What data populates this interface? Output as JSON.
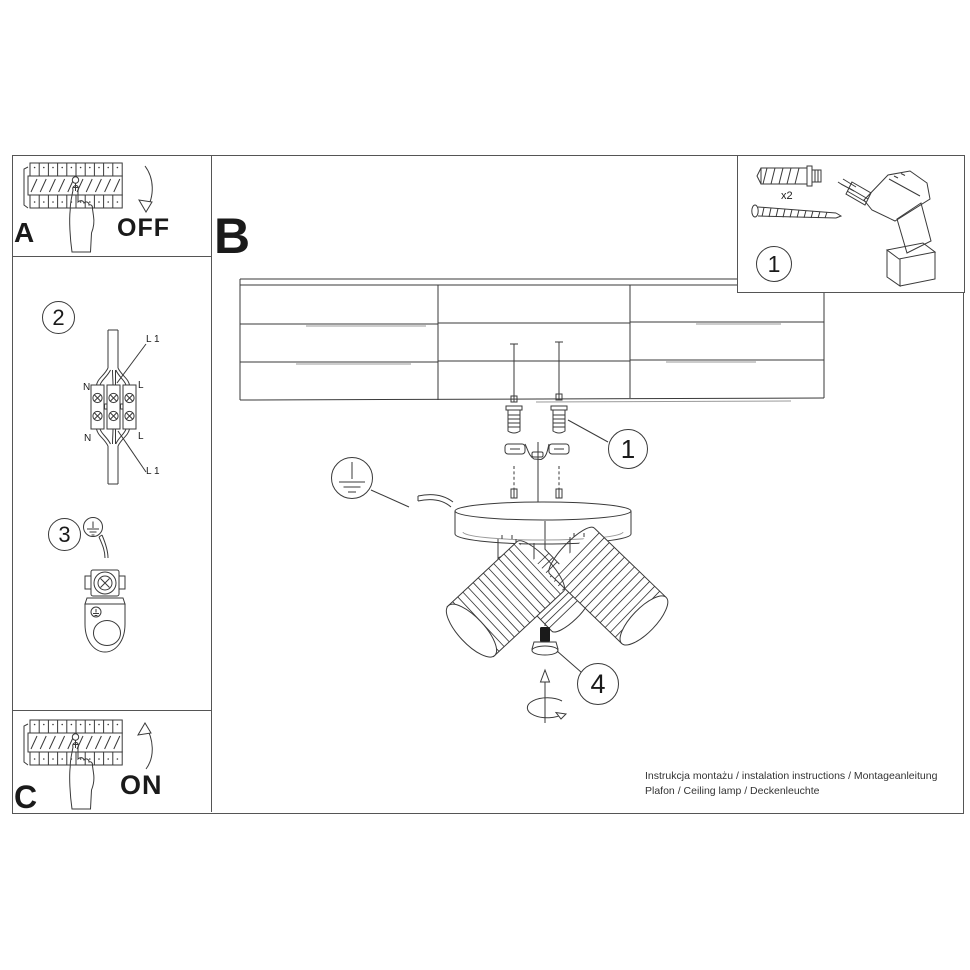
{
  "panels": {
    "a": {
      "letter": "A",
      "action": "OFF"
    },
    "b": {
      "letter": "B"
    },
    "c": {
      "letter": "C",
      "action": "ON"
    },
    "tools": {
      "step": "1",
      "screw_quantity": "x2"
    },
    "wiring": {
      "step": "2",
      "l1_top": "L 1",
      "l1_bottom": "L 1",
      "n_top": "N",
      "n_bottom": "N",
      "l_top": "L",
      "l_bottom": "L"
    },
    "earth": {
      "step": "3"
    },
    "mounting": {
      "step": "1"
    },
    "adjust": {
      "step": "4"
    }
  },
  "footer": {
    "line1": "Instrukcja montażu / instalation instructions / Montageanleitung",
    "line2": "Plafon / Ceiling lamp / Deckenleuchte"
  },
  "colors": {
    "line": "#3a3a3a",
    "frame": "#555555",
    "background": "#ffffff"
  }
}
